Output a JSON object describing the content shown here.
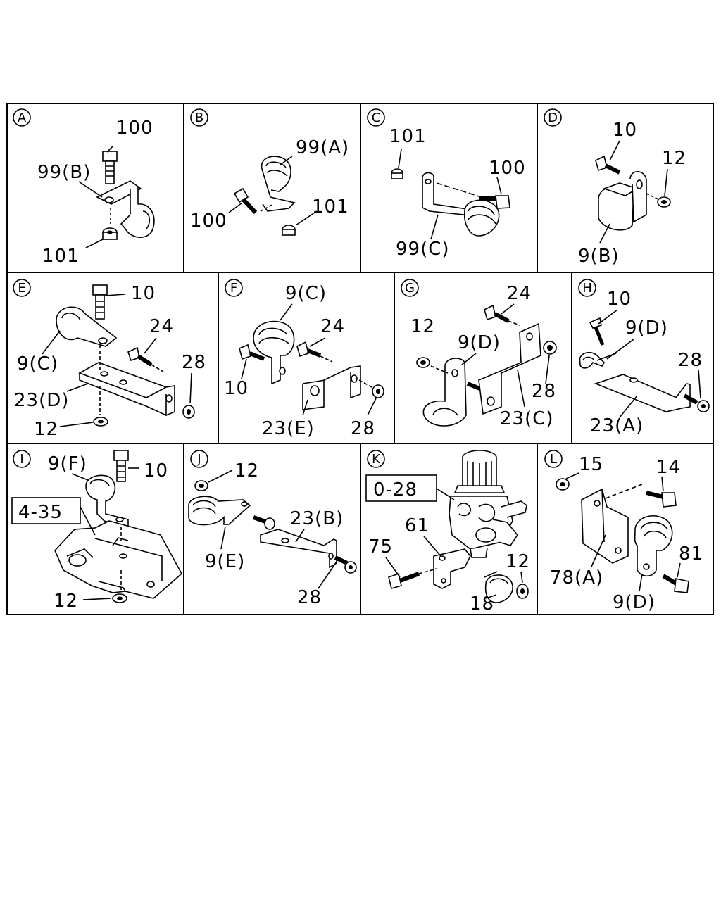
{
  "panels": [
    {
      "id": "A",
      "labels": [
        "100",
        "99(B)",
        "101"
      ]
    },
    {
      "id": "B",
      "labels": [
        "99(A)",
        "100",
        "101"
      ]
    },
    {
      "id": "C",
      "labels": [
        "101",
        "100",
        "99(C)"
      ]
    },
    {
      "id": "D",
      "labels": [
        "10",
        "12",
        "9(B)"
      ]
    },
    {
      "id": "E",
      "labels": [
        "10",
        "24",
        "9(C)",
        "28",
        "23(D)",
        "12"
      ]
    },
    {
      "id": "F",
      "labels": [
        "9(C)",
        "24",
        "10",
        "23(E)",
        "28"
      ]
    },
    {
      "id": "G",
      "labels": [
        "24",
        "12",
        "9(D)",
        "28",
        "23(C)"
      ]
    },
    {
      "id": "H",
      "labels": [
        "10",
        "9(D)",
        "28",
        "23(A)"
      ]
    },
    {
      "id": "I",
      "labels": [
        "9(F)",
        "10",
        "4-35",
        "12"
      ]
    },
    {
      "id": "J",
      "labels": [
        "12",
        "23(B)",
        "9(E)",
        "28"
      ]
    },
    {
      "id": "K",
      "labels": [
        "0-28",
        "61",
        "75",
        "12",
        "18"
      ]
    },
    {
      "id": "L",
      "labels": [
        "15",
        "14",
        "81",
        "78(A)",
        "9(D)"
      ]
    }
  ]
}
